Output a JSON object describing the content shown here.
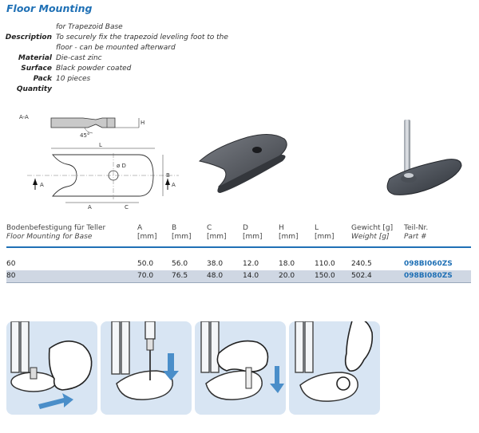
{
  "title": "Floor Mounting",
  "specs": {
    "subtitle": "for Trapezoid Base",
    "rows": [
      {
        "label": "Description",
        "value": "To securely fix the trapezoid leveling foot to the floor - can be mounted afterward"
      },
      {
        "label": "Material",
        "value": "Die-cast zinc"
      },
      {
        "label": "Surface",
        "value": "Black powder coated"
      },
      {
        "label": "Pack Quantity",
        "value": "10 pieces"
      }
    ]
  },
  "drawing": {
    "section_label": "A-A",
    "angle_label": "45°",
    "dim_L": "L",
    "dim_B": "B",
    "dim_A": "A",
    "dim_C": "C",
    "dim_D": "ø D",
    "dim_H": "H",
    "arrow_A_left": "A",
    "arrow_A_right": "A"
  },
  "table": {
    "headers": [
      {
        "de": "Bodenbefestigung für Teller",
        "en": "Floor Mounting for Base"
      },
      {
        "de": "A",
        "en": "[mm]"
      },
      {
        "de": "B",
        "en": "[mm]"
      },
      {
        "de": "C",
        "en": "[mm]"
      },
      {
        "de": "D",
        "en": "[mm]"
      },
      {
        "de": "H",
        "en": "[mm]"
      },
      {
        "de": "L",
        "en": "[mm]"
      },
      {
        "de": "Gewicht [g]",
        "en": "Weight [g]"
      },
      {
        "de": "Teil-Nr.",
        "en": "Part #"
      }
    ],
    "rows": [
      {
        "base": "60",
        "A": "50.0",
        "B": "56.0",
        "C": "38.0",
        "D": "12.0",
        "H": "18.0",
        "L": "110.0",
        "weight": "240.5",
        "part": "098BI060ZS"
      },
      {
        "base": "80",
        "A": "70.0",
        "B": "76.5",
        "C": "48.0",
        "D": "14.0",
        "H": "20.0",
        "L": "150.0",
        "weight": "502.4",
        "part": "098BI080ZS"
      }
    ]
  },
  "colors": {
    "accent": "#1f70b5",
    "row_alt": "#cfd7e3",
    "step_bg": "#d8e5f3"
  }
}
